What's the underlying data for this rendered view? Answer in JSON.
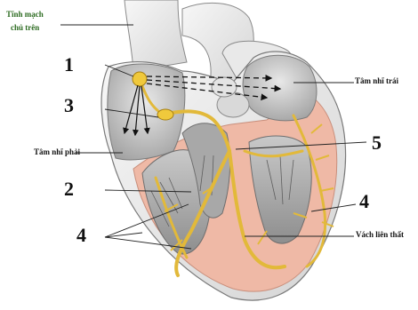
{
  "labels": {
    "vena_cava": [
      "Tĩnh mạch",
      "chủ trên"
    ],
    "left_atrium": "Tâm nhĩ trái",
    "right_atrium": "Tâm nhĩ phải",
    "septum": "Vách liên thất"
  },
  "numbers": {
    "n1": "1",
    "n3": "3",
    "n5": "5",
    "n2": "2",
    "n4_right": "4",
    "n4_left": "4"
  },
  "colors": {
    "muscle_pink": "#efb9a6",
    "conduction_yellow": "#e2b93a",
    "node_yellow": "#f0c93c",
    "chamber_gray": "#9a9a9a",
    "title_green": "#2b6a1f"
  }
}
